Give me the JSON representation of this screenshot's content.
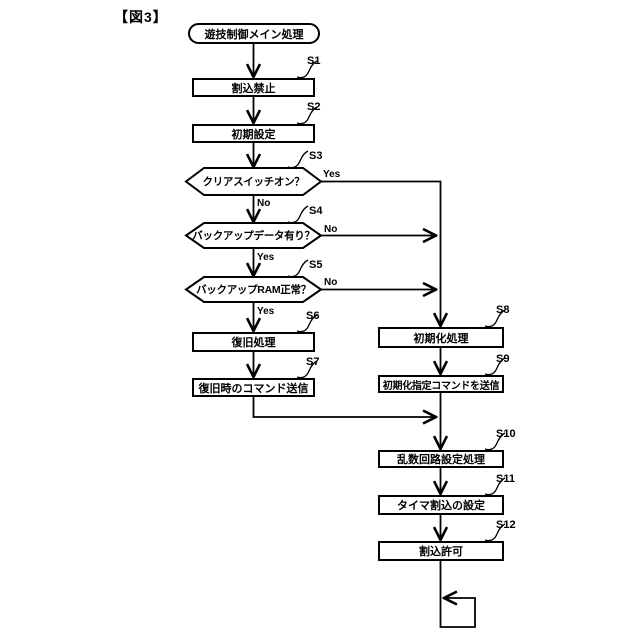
{
  "figure_label": "【図3】",
  "flowchart": {
    "title": "遊技制御メイン処理",
    "steps": [
      {
        "id": "S1",
        "label": "割込禁止",
        "type": "process"
      },
      {
        "id": "S2",
        "label": "初期設定",
        "type": "process"
      },
      {
        "id": "S3",
        "label": "クリアスイッチオン？",
        "type": "decision",
        "down_label": "No",
        "right_label": "Yes"
      },
      {
        "id": "S4",
        "label": "バックアップデータ有り？",
        "type": "decision",
        "down_label": "Yes",
        "right_label": "No"
      },
      {
        "id": "S5",
        "label": "バックアップRAM正常？",
        "type": "decision",
        "down_label": "Yes",
        "right_label": "No"
      },
      {
        "id": "S6",
        "label": "復旧処理",
        "type": "process"
      },
      {
        "id": "S7",
        "label": "復旧時のコマンド送信",
        "type": "process"
      },
      {
        "id": "S8",
        "label": "初期化処理",
        "type": "process"
      },
      {
        "id": "S9",
        "label": "初期化指定コマンドを送信",
        "type": "process"
      },
      {
        "id": "S10",
        "label": "乱数回路設定処理",
        "type": "process"
      },
      {
        "id": "S11",
        "label": "タイマ割込の設定",
        "type": "process"
      },
      {
        "id": "S12",
        "label": "割込許可",
        "type": "process"
      }
    ],
    "line_color": "#000000"
  }
}
